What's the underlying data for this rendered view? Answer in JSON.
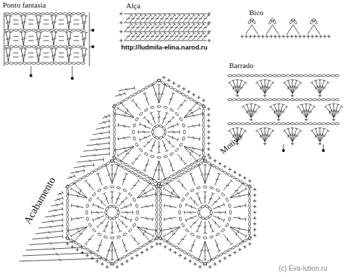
{
  "diagram": {
    "labels": [
      "Ponto fantasia",
      "Alça",
      "http://ludmila-elina.narod.ru",
      "Bico",
      "Barrado",
      "Acabamento",
      "Motivo",
      "(c) Eva-lution.ru"
    ]
  }
}
